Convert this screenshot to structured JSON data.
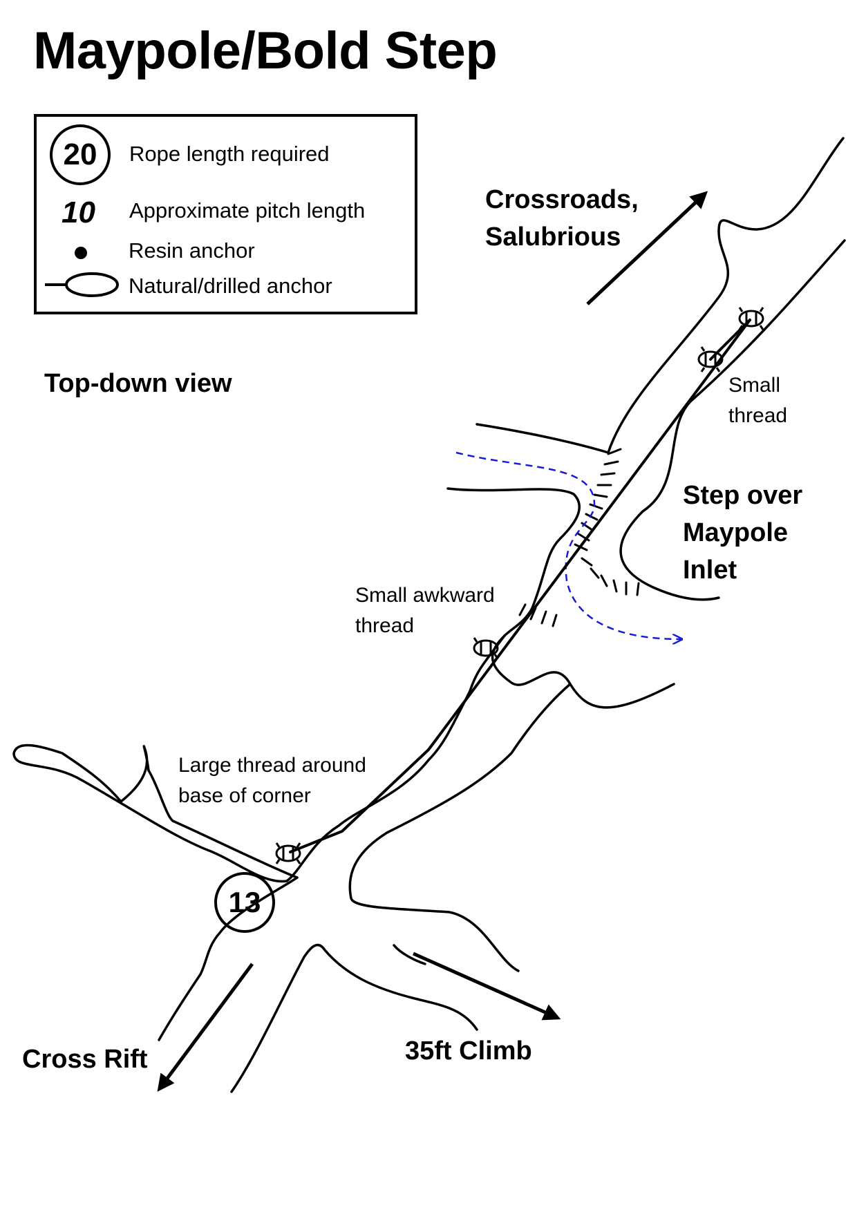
{
  "title": "Maypole/Bold Step",
  "legend": {
    "rope_symbol": "20",
    "rope_label": "Rope length required",
    "pitch_symbol": "10",
    "pitch_label": "Approximate pitch length",
    "resin_label": "Resin anchor",
    "natural_label": "Natural/drilled anchor"
  },
  "view_label": "Top-down view",
  "destinations": {
    "top": [
      "Crossroads,",
      "Salubrious"
    ],
    "bottom_left": "Cross Rift",
    "bottom_right": "35ft Climb"
  },
  "feature_label": [
    "Step over",
    "Maypole",
    "Inlet"
  ],
  "anchor_labels": {
    "small_thread": [
      "Small",
      "thread"
    ],
    "small_awkward_thread": [
      "Small awkward",
      "thread"
    ],
    "large_thread": [
      "Large thread around",
      "base of corner"
    ]
  },
  "rope_length": "13",
  "colors": {
    "ink": "#000000",
    "water": "#1a1ad6"
  },
  "icons": [
    "circle-number-icon",
    "resin-anchor-icon",
    "natural-anchor-icon",
    "thread-anchor-icon",
    "arrow-icon"
  ]
}
